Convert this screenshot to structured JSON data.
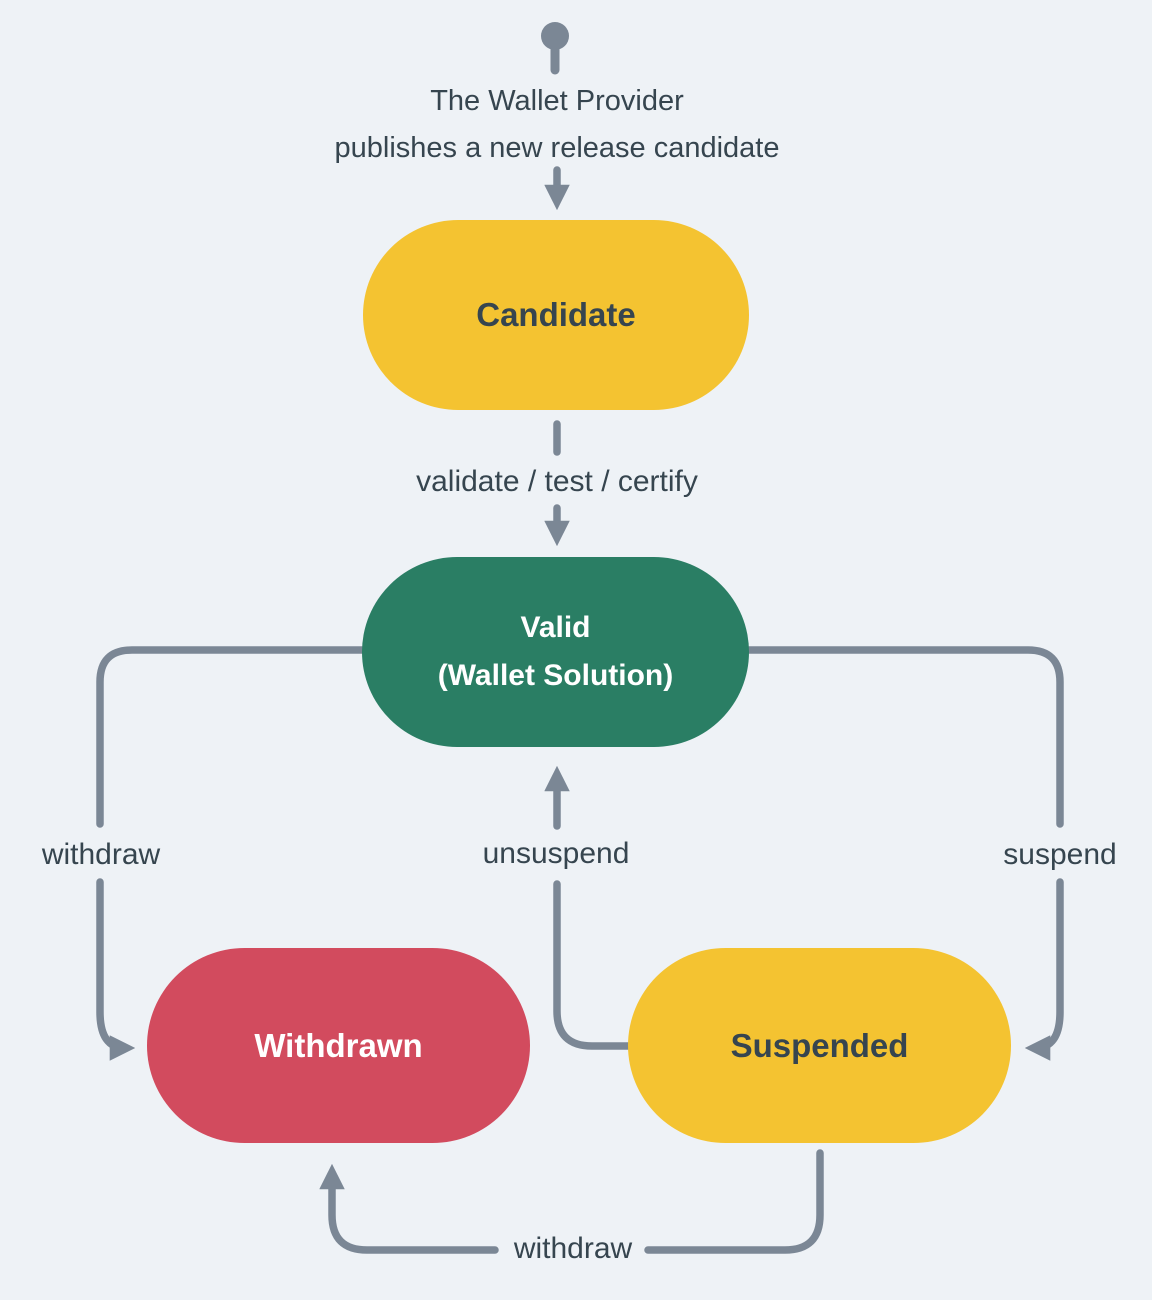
{
  "diagram": {
    "type": "state-diagram",
    "background_color": "#EEF2F6",
    "line_color": "#7B8795",
    "label_color": "#36454F",
    "start_note": {
      "line1": "The Wallet Provider",
      "line2": "publishes a new release candidate"
    },
    "nodes": [
      {
        "id": "candidate",
        "label": "Candidate",
        "fill": "#F4C331",
        "text_color": "#36454F"
      },
      {
        "id": "valid",
        "label": "Valid",
        "sublabel": "(Wallet Solution)",
        "fill": "#2A7E64",
        "text_color": "#FFFFFF"
      },
      {
        "id": "withdrawn",
        "label": "Withdrawn",
        "fill": "#D24B5E",
        "text_color": "#FFFFFF"
      },
      {
        "id": "suspended",
        "label": "Suspended",
        "fill": "#F4C331",
        "text_color": "#36454F"
      }
    ],
    "edges": [
      {
        "from": "start",
        "to": "candidate",
        "label": ""
      },
      {
        "from": "candidate",
        "to": "valid",
        "label": "validate / test / certify"
      },
      {
        "from": "valid",
        "to": "withdrawn",
        "label": "withdraw"
      },
      {
        "from": "valid",
        "to": "suspended",
        "label": "suspend"
      },
      {
        "from": "suspended",
        "to": "valid",
        "label": "unsuspend"
      },
      {
        "from": "suspended",
        "to": "withdrawn",
        "label": "withdraw"
      }
    ]
  }
}
